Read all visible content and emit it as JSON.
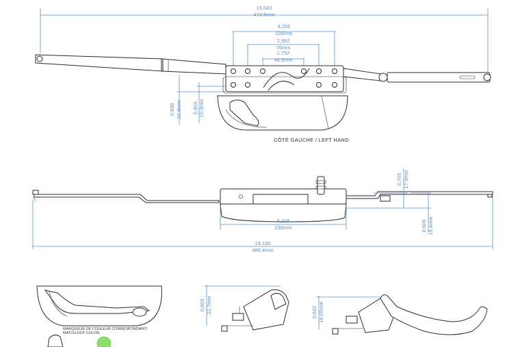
{
  "top_view": {
    "overall": {
      "in": "15,642",
      "mm": "473,5mm"
    },
    "outer_holes": {
      "in": "4,252",
      "mm": "108mm"
    },
    "mid_holes": {
      "in": "2,992",
      "mm": "76mm"
    },
    "inner_holes": {
      "in": "1,752",
      "mm": "44,5mm"
    },
    "height_a": {
      "in": "0,896",
      "mm": "22,8mm"
    },
    "height_b": {
      "in": "0,404",
      "mm": "10,3mm"
    },
    "caption": "CÔTÉ GAUCHE / LEFT HAND"
  },
  "side_view": {
    "rise": {
      "in": "0,705",
      "mm": "17,9mm"
    },
    "base": {
      "in": "5,118",
      "mm": "130mm"
    },
    "depth": {
      "in": "0,606",
      "mm": "15,4mm"
    },
    "overall": {
      "in": "19,150",
      "mm": "486,4mm"
    }
  },
  "detail_views": {
    "note_line1": "MARQUEUR DE COULEUR CORRESPONDANT/",
    "note_line2": "MATCH DOT COLOR",
    "dot_color": "#8fe06a",
    "cover_height": {
      "in": "0,893",
      "mm": "22,7mm"
    },
    "handle_height": {
      "in": "0,632",
      "mm": "16,05mm"
    }
  }
}
